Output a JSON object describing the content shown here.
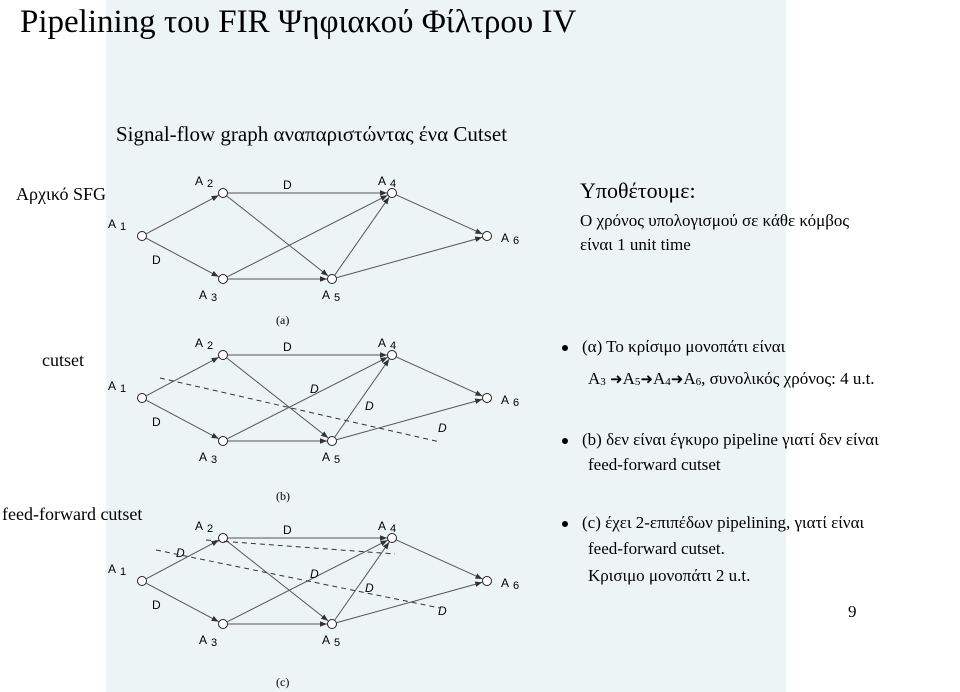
{
  "title": "Pipelining του FIR Ψηφιακού Φίλτρου IV",
  "subtitle": "Signal-flow graph αναπαριστώντας ένα Cutset",
  "left_labels": {
    "original": "Αρχικό SFG",
    "cutset": "cutset",
    "feedforward": "feed-forward cutset"
  },
  "hypothesis": {
    "heading": "Υποθέτουμε:",
    "line1": "Ο χρόνος υπολογισμού σε κάθε κόμβος",
    "line2": "είναι 1 unit time"
  },
  "bullets": {
    "a_line1": "(α) Το κρίσιμο μονοπάτι είναι",
    "a_path": [
      "A",
      "3",
      "A",
      "5",
      "A",
      "4",
      "A",
      "6"
    ],
    "a_tail": ", συνολικός χρόνος: 4 u.t.",
    "b_line1": "(b) δεν είναι έγκυρο pipeline γιατί δεν είναι",
    "b_line2": "feed-forward cutset",
    "c_line1": "(c) έχει 2-επιπέδων  pipelining, γιατί είναι",
    "c_line2": "feed-forward cutset.",
    "c_line3": "Κρισιμο μονοπάτι 2 u.t."
  },
  "page_number": "9",
  "diagram": {
    "node_letter": "A",
    "node_subs": [
      "1",
      "2",
      "3",
      "4",
      "5",
      "6"
    ],
    "delay": "D",
    "captions": [
      "(a)",
      "(b)",
      "(c)"
    ]
  },
  "colors": {
    "panel": "#ecf4f5",
    "ink": "#000000",
    "edge": "#555555"
  }
}
